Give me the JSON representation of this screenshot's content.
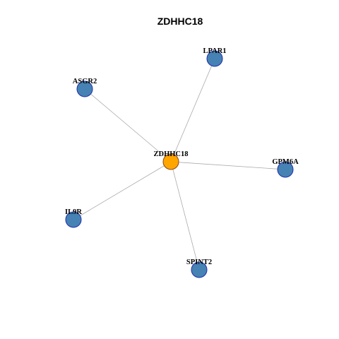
{
  "title": "ZDHHC18",
  "colors": {
    "center_fill": "#FFA500",
    "center_stroke": "#8B4513",
    "leaf_fill": "#4682B4",
    "leaf_stroke": "#1F2FA8",
    "edge": "#AAAAAA"
  },
  "network": {
    "center": "ZDHHC18",
    "nodes": [
      {
        "id": "ZDHHC18",
        "role": "center"
      },
      {
        "id": "LPAR1",
        "role": "neighbor"
      },
      {
        "id": "ASGR2",
        "role": "neighbor"
      },
      {
        "id": "GPM6A",
        "role": "neighbor"
      },
      {
        "id": "IL9R",
        "role": "neighbor"
      },
      {
        "id": "SPINT2",
        "role": "neighbor"
      }
    ],
    "edges": [
      {
        "source": "ZDHHC18",
        "target": "LPAR1"
      },
      {
        "source": "ZDHHC18",
        "target": "ASGR2"
      },
      {
        "source": "ZDHHC18",
        "target": "GPM6A"
      },
      {
        "source": "ZDHHC18",
        "target": "IL9R"
      },
      {
        "source": "ZDHHC18",
        "target": "SPINT2"
      }
    ]
  }
}
